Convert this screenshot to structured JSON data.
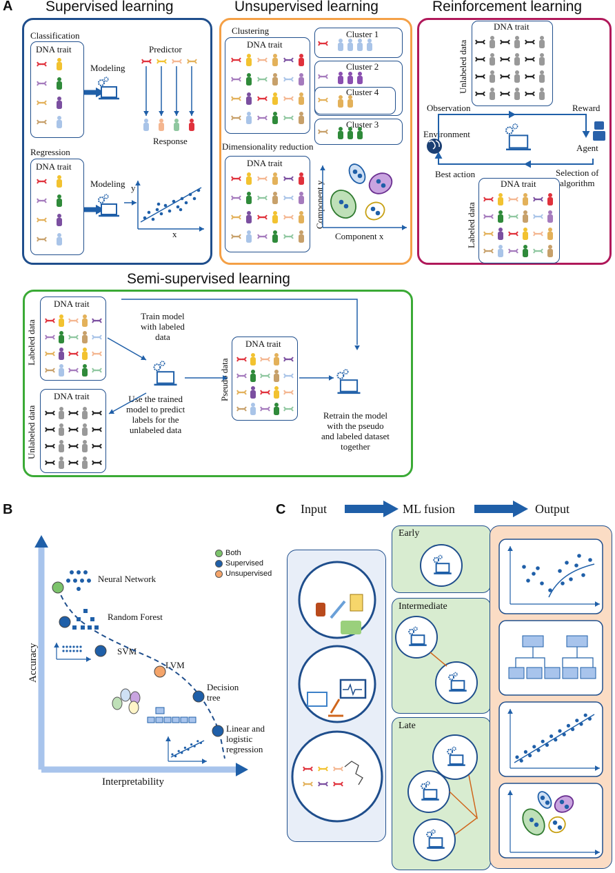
{
  "panel_a": {
    "letter": "A",
    "supervised": {
      "title": "Supervised learning",
      "classification": "Classification",
      "dna_trait": "DNA trait",
      "modeling": "Modeling",
      "predictor": "Predictor",
      "response": "Response",
      "regression": "Regression",
      "x": "x",
      "y": "y"
    },
    "unsupervised": {
      "title": "Unsupervised learning",
      "clustering": "Clustering",
      "dna_trait": "DNA trait",
      "clusters": [
        "Cluster 1",
        "Cluster 2",
        "Cluster 4",
        "Cluster 3"
      ],
      "dimensionality_reduction": "Dimensionality reduction",
      "component_x": "Component x",
      "component_y": "Component y"
    },
    "reinforcement": {
      "title": "Reinforcement learning",
      "dna_trait_top": "DNA trait",
      "unlabeled_data": "Unlabeled data",
      "observation": "Observation",
      "reward": "Reward",
      "environment": "Environment",
      "agent": "Agent",
      "best_action": "Best action",
      "selection_of_algorithm": "Selection of\nalgorithm",
      "dna_trait_bottom": "DNA trait",
      "labeled_data": "Labeled data"
    },
    "semi": {
      "title": "Semi-supervised learning",
      "dna_trait_1": "DNA trait",
      "labeled_data": "Labeled data",
      "train_model": "Train model\nwith labeled\ndata",
      "dna_trait_pseudo": "DNA trait",
      "pseudo_data": "Pseudo data",
      "use_trained": "Use the trained\nmodel to predict\nlabels for the\nunlabeled data",
      "dna_trait_2": "DNA trait",
      "unlabeled_data": "Unlabeled data",
      "retrain": "Retrain the model\nwith the pseudo\nand labeled dataset\ntogether"
    }
  },
  "panel_b": {
    "letter": "B",
    "legend": [
      "Both",
      "Supervised",
      "Unsupervised"
    ],
    "legend_colors": [
      "#7cc36b",
      "#1f5fa8",
      "#f4a46a"
    ],
    "models": [
      "Neural Network",
      "Random Forest",
      "SVM",
      "LVM",
      "Decision\ntree",
      "Linear and\nlogistic\nregression"
    ],
    "xlabel": "Interpretability",
    "ylabel": "Accuracy"
  },
  "panel_c": {
    "letter": "C",
    "flow": [
      "Input",
      "ML fusion",
      "Output"
    ],
    "inputs": [
      "Health\nrecords",
      "Medical\nimaging",
      "Omics data"
    ],
    "fusion": [
      "Early",
      "Intermediate",
      "Late"
    ]
  },
  "colors": {
    "supervised_border": "#1f4e8c",
    "unsupervised_border": "#f4a046",
    "reinforcement_border": "#b0185a",
    "semi_border": "#3aaa35",
    "fusion_fill": "#d8ecd0",
    "input_fill": "#e8eef8",
    "output_fill": "#fbdcc4"
  }
}
